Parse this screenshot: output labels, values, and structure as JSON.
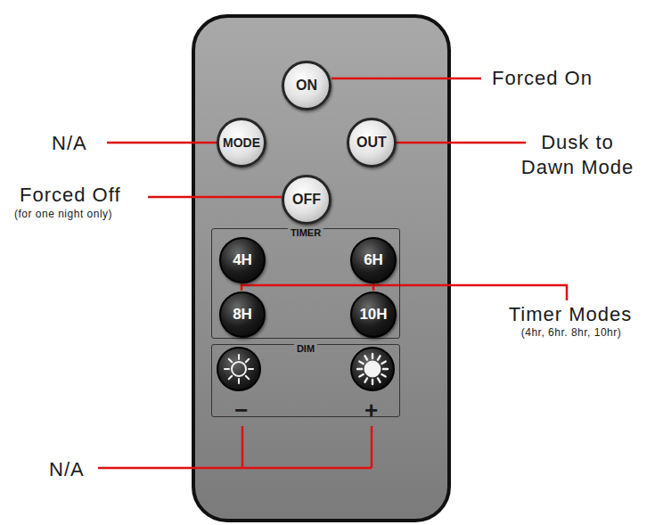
{
  "diagram": {
    "nodes": [
      {
        "text": [
          "ON"
        ]
      },
      {
        "text": [
          "MODE"
        ]
      },
      {
        "text": [
          "OUT"
        ]
      },
      {
        "text": [
          "OFF"
        ]
      },
      {
        "text": [
          "TIMER"
        ]
      },
      {
        "text": [
          "4H"
        ],
        "in": 4
      },
      {
        "text": [
          "6H"
        ],
        "in": 4
      },
      {
        "text": [
          "8H"
        ],
        "in": 4
      },
      {
        "text": [
          "10H"
        ],
        "in": 4
      },
      {
        "text": [
          "DIM"
        ]
      }
    ],
    "labels": [
      "Forced On",
      "N/A",
      "Dusk to Dawn Mode",
      "Forced Off",
      "(for one night only)",
      "Timer Modes",
      "(4hr, 6hr. 8hr, 10hr)",
      "−",
      "+",
      "N/A"
    ]
  }
}
